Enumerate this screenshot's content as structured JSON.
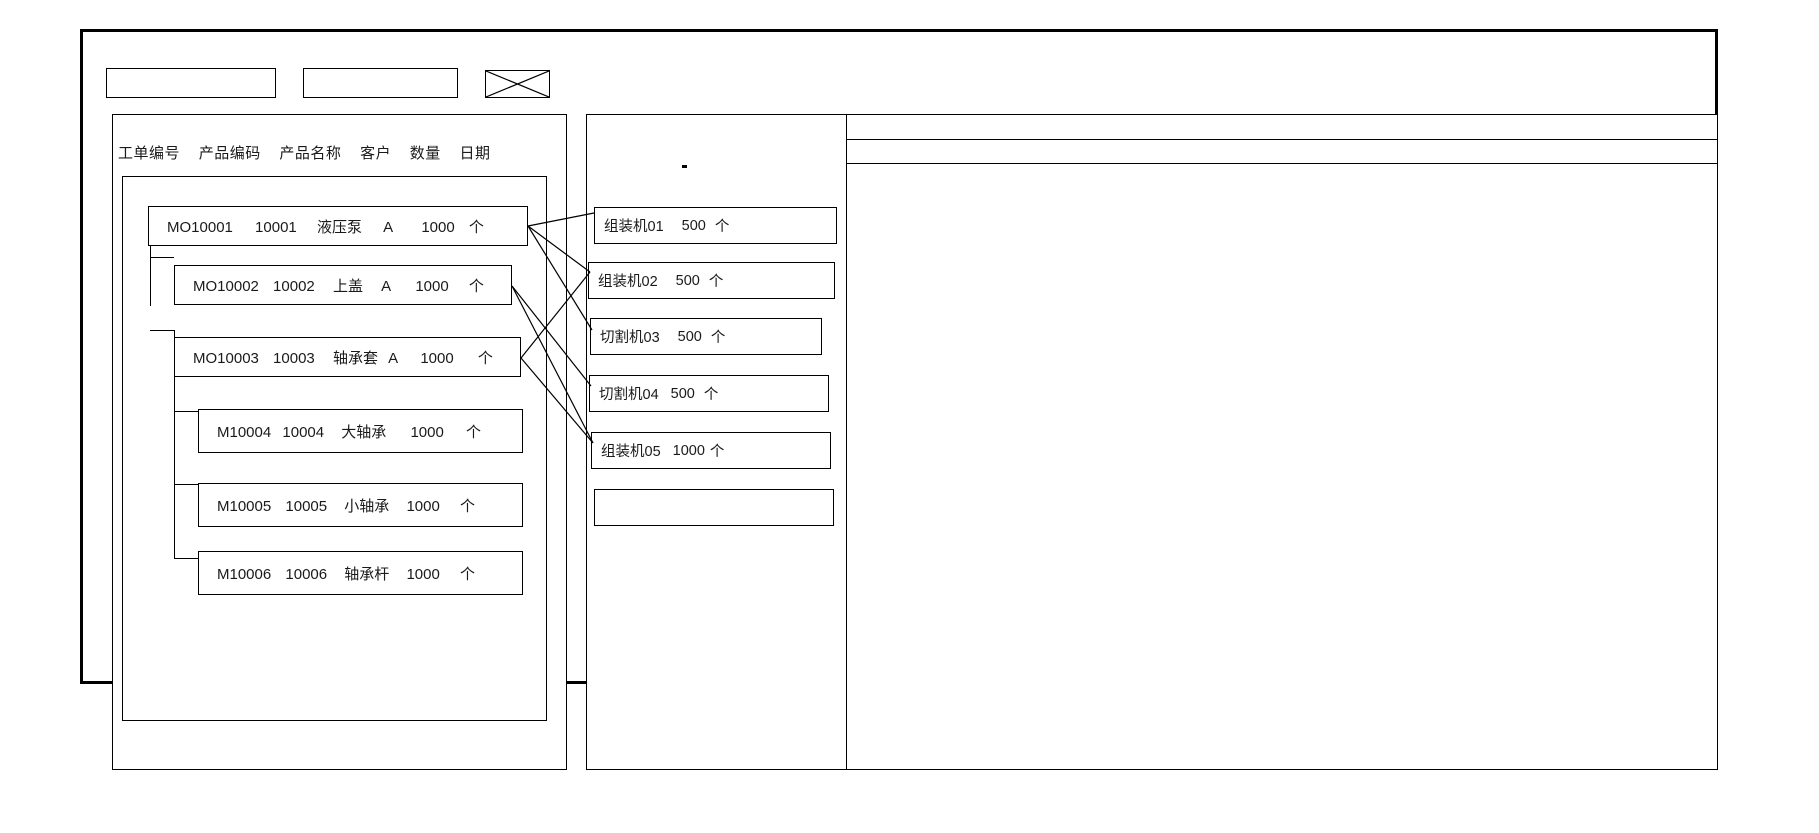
{
  "window": {
    "title": ""
  },
  "toolbar": {
    "field_1_value": "",
    "field_1_placeholder": "",
    "field_2_value": "",
    "field_2_placeholder": "",
    "x_icon_name": "crossed-box-icon"
  },
  "left_panel": {
    "columns": [
      "工单编号",
      "产品编码",
      "产品名称",
      "客户",
      "数量",
      "日期"
    ],
    "rows": [
      {
        "level": 0,
        "order_no": "MO10001",
        "product_code": "10001",
        "product_name": "液压泵",
        "customer": "A",
        "quantity": "1000",
        "unit": "个"
      },
      {
        "level": 1,
        "order_no": "MO10002",
        "product_code": "10002",
        "product_name": "上盖",
        "customer": "A",
        "quantity": "1000",
        "unit": "个"
      },
      {
        "level": 1,
        "order_no": "MO10003",
        "product_code": "10003",
        "product_name": "轴承套",
        "customer": "A",
        "quantity": "1000",
        "unit": "个"
      },
      {
        "level": 2,
        "order_no": "M10004",
        "product_code": "10004",
        "product_name": "大轴承",
        "customer": "",
        "quantity": "1000",
        "unit": "个"
      },
      {
        "level": 2,
        "order_no": "M10005",
        "product_code": "10005",
        "product_name": "小轴承",
        "customer": "",
        "quantity": "1000",
        "unit": "个"
      },
      {
        "level": 2,
        "order_no": "M10006",
        "product_code": "10006",
        "product_name": "轴承杆",
        "customer": "",
        "quantity": "1000",
        "unit": "个"
      }
    ]
  },
  "middle_panel": {
    "cards": [
      {
        "machine": "组装机01",
        "quantity": "500",
        "unit": "个"
      },
      {
        "machine": "组装机02",
        "quantity": "500",
        "unit": "个"
      },
      {
        "machine": "切割机03",
        "quantity": "500",
        "unit": "个"
      },
      {
        "machine": "切割机04",
        "quantity": "500",
        "unit": "个"
      },
      {
        "machine": "组装机05",
        "quantity": "1000",
        "unit": "个"
      },
      {
        "machine": "",
        "quantity": "",
        "unit": ""
      }
    ]
  },
  "right_panel": {
    "header_text": "",
    "body_text": ""
  },
  "colors": {
    "stroke": "#000000",
    "background": "#ffffff"
  }
}
